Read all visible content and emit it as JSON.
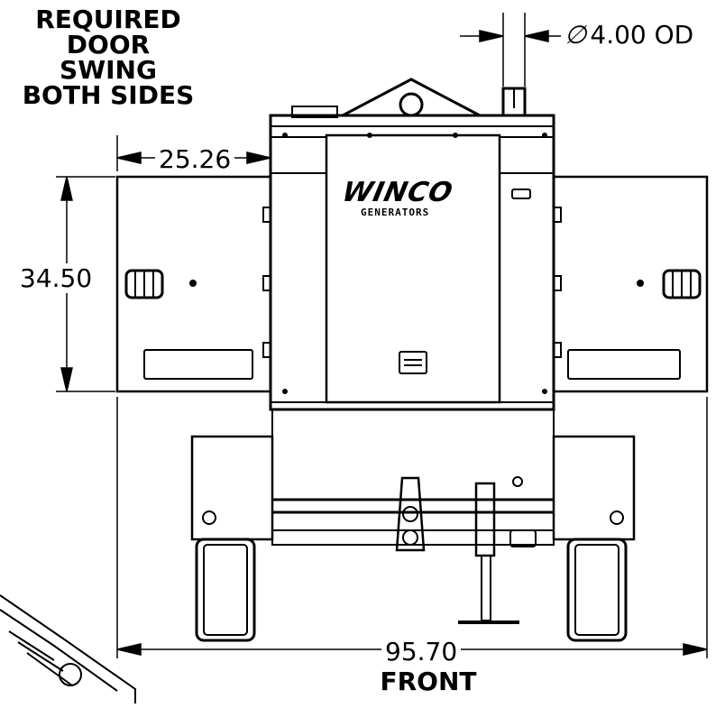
{
  "labels": {
    "door_swing": "REQUIRED\nDOOR\nSWING\nBOTH SIDES",
    "view_title": "FRONT",
    "brand_logo": "WINCO",
    "brand_sub": "GENERATORS"
  },
  "dimensions": {
    "overall_width": "95.70",
    "door_height": "34.50",
    "door_width": "25.26",
    "exhaust_symbol": "∅",
    "exhaust_diameter": "4.00 OD"
  },
  "colors": {
    "line": "#000000",
    "background": "#ffffff"
  }
}
